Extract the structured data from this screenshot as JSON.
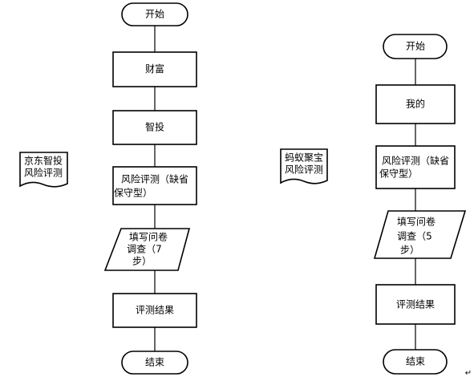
{
  "flowcharts": [
    {
      "label_lines": [
        "京东智投",
        "风险评测"
      ],
      "steps": [
        {
          "lines": [
            "开始"
          ]
        },
        {
          "lines": [
            "财富"
          ]
        },
        {
          "lines": [
            "智投"
          ]
        },
        {
          "lines": [
            "风险评测（缺省",
            "保守型）"
          ]
        },
        {
          "lines": [
            "填写问卷",
            "调查（7",
            "步）"
          ]
        },
        {
          "lines": [
            "评测结果"
          ]
        },
        {
          "lines": [
            "结束"
          ]
        }
      ]
    },
    {
      "label_lines": [
        "蚂蚁聚宝",
        "风险评测"
      ],
      "steps": [
        {
          "lines": [
            "开始"
          ]
        },
        {
          "lines": [
            "我的"
          ]
        },
        {
          "lines": [
            "风险评测（缺省",
            "保守型）"
          ]
        },
        {
          "lines": [
            "填写问卷",
            "调查（5",
            "步）"
          ]
        },
        {
          "lines": [
            "评测结果"
          ]
        },
        {
          "lines": [
            "结束"
          ]
        }
      ]
    }
  ],
  "corner_mark": "↵"
}
